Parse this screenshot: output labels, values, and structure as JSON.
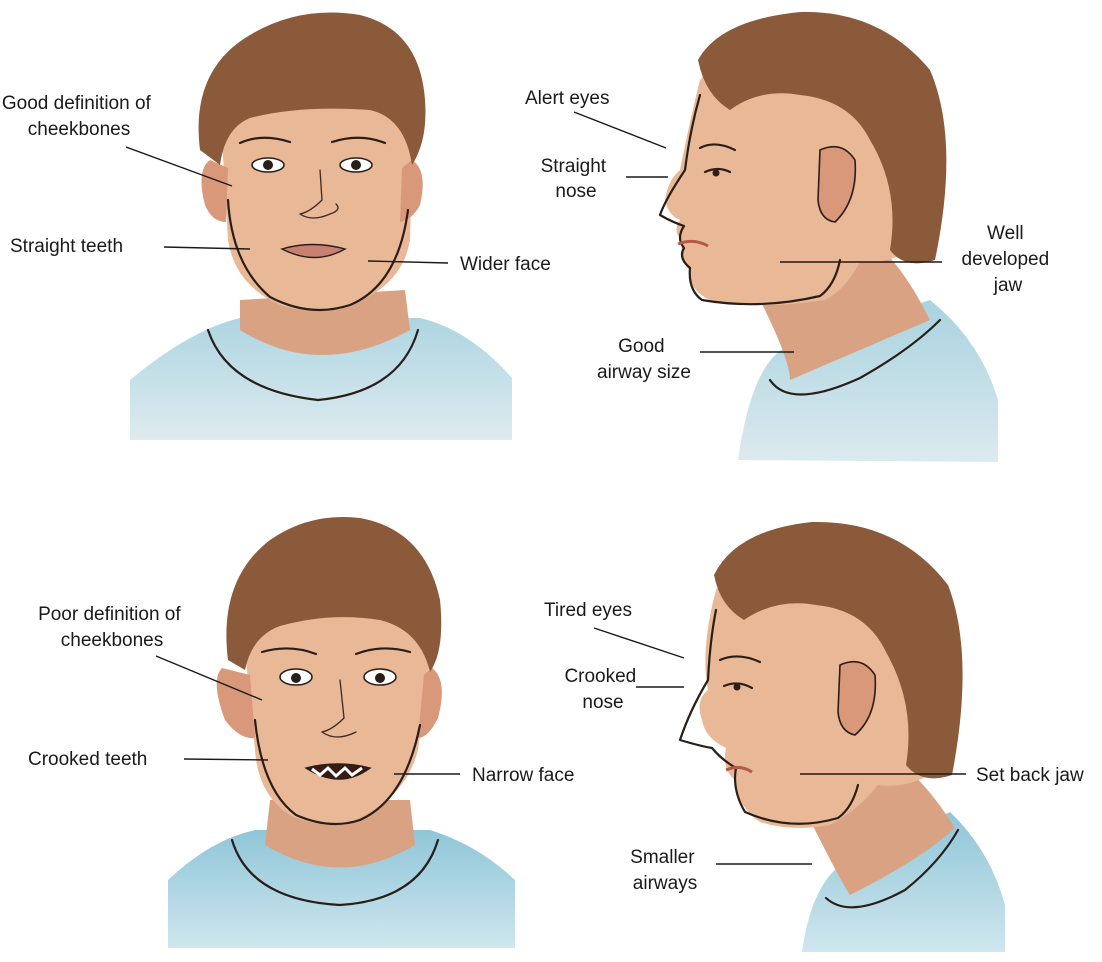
{
  "colors": {
    "skin": "#E9B896",
    "skin_shade": "#D9987A",
    "hair": "#8A5A3A",
    "hair_dark": "#6E4329",
    "shirt_top": "#DCEAEE",
    "shirt_bottom": "#A9D3E0",
    "collar_dark": "#7F8FA8",
    "ink": "#2A1E18"
  },
  "panels": [
    {
      "id": "good-front",
      "labels": [
        {
          "name": "label-good-definition-of-cheekbones",
          "lines": [
            "Good definition of",
            "cheekbones"
          ]
        },
        {
          "name": "label-straight-teeth",
          "lines": [
            "Straight teeth"
          ]
        },
        {
          "name": "label-wider-face",
          "lines": [
            "Wider face"
          ]
        }
      ]
    },
    {
      "id": "good-side",
      "labels": [
        {
          "name": "label-alert-eyes",
          "lines": [
            "Alert eyes"
          ]
        },
        {
          "name": "label-straight-nose",
          "lines": [
            "Straight",
            "nose"
          ]
        },
        {
          "name": "label-well-developed-jaw",
          "lines": [
            "Well",
            "developed",
            "jaw"
          ]
        },
        {
          "name": "label-good-airway-size",
          "lines": [
            "Good",
            "airway size"
          ]
        }
      ]
    },
    {
      "id": "poor-front",
      "labels": [
        {
          "name": "label-poor-definition-of-cheekbones",
          "lines": [
            "Poor definition of",
            "cheekbones"
          ]
        },
        {
          "name": "label-crooked-teeth",
          "lines": [
            "Crooked teeth"
          ]
        },
        {
          "name": "label-narrow-face",
          "lines": [
            "Narrow face"
          ]
        }
      ]
    },
    {
      "id": "poor-side",
      "labels": [
        {
          "name": "label-tired-eyes",
          "lines": [
            "Tired eyes"
          ]
        },
        {
          "name": "label-crooked-nose",
          "lines": [
            "Crooked",
            "nose"
          ]
        },
        {
          "name": "label-set-back-jaw",
          "lines": [
            "Set back jaw"
          ]
        },
        {
          "name": "label-smaller-airways",
          "lines": [
            "Smaller",
            "airways"
          ]
        }
      ]
    }
  ]
}
